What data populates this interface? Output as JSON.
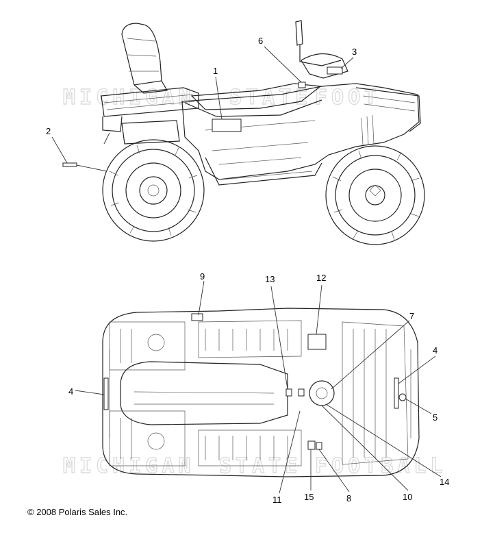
{
  "watermark": "MICHIGANSTATEFOOTBALL",
  "copyright": "© 2008 Polaris Sales Inc.",
  "side_view_callouts": [
    "1",
    "2",
    "3",
    "6"
  ],
  "top_view_callouts": [
    "4",
    "4",
    "5",
    "7",
    "8",
    "9",
    "10",
    "11",
    "12",
    "13",
    "14",
    "15"
  ]
}
